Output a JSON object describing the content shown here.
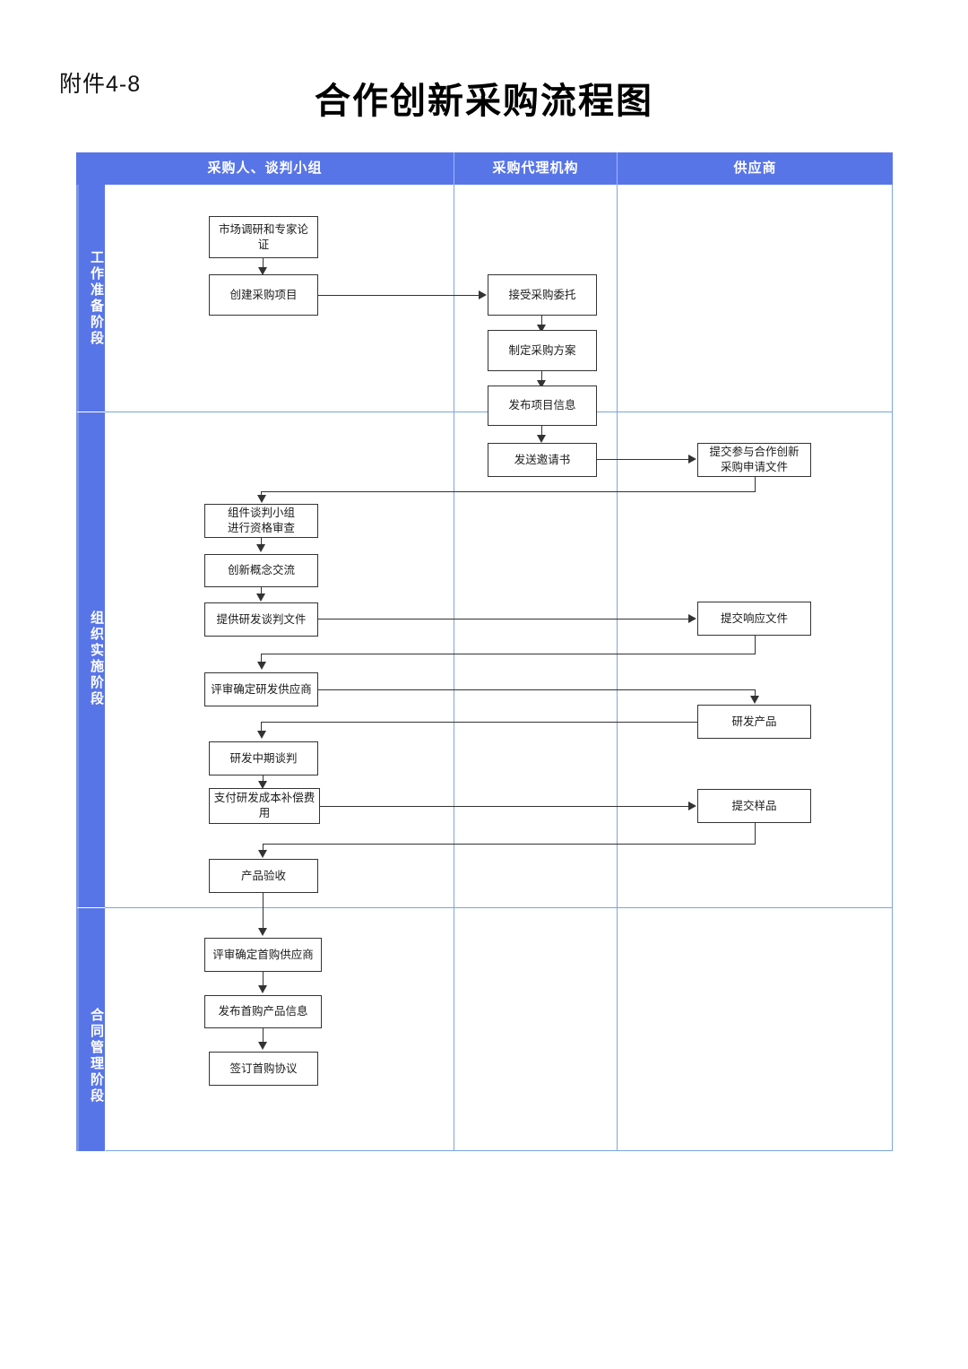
{
  "document": {
    "attachment_label": "附件4-8",
    "title": "合作创新采购流程图"
  },
  "lanes": {
    "headers": [
      {
        "label": "采购人、谈判小组"
      },
      {
        "label": "采购代理机构"
      },
      {
        "label": "供应商"
      }
    ]
  },
  "phases": [
    {
      "label": "工作准备阶段"
    },
    {
      "label": "组织实施阶段"
    },
    {
      "label": "合同管理阶段"
    }
  ],
  "nodes": [
    {
      "id": "n1",
      "label": "市场调研和专家论证",
      "lane": "采购人、谈判小组",
      "phase": "工作准备阶段"
    },
    {
      "id": "n2",
      "label": "创建采购项目",
      "lane": "采购人、谈判小组",
      "phase": "工作准备阶段"
    },
    {
      "id": "n3",
      "label": "接受采购委托",
      "lane": "采购代理机构",
      "phase": "工作准备阶段"
    },
    {
      "id": "n4",
      "label": "制定采购方案",
      "lane": "采购代理机构",
      "phase": "工作准备阶段"
    },
    {
      "id": "n5",
      "label": "发布项目信息",
      "lane": "采购代理机构",
      "phase": "工作准备阶段"
    },
    {
      "id": "n6",
      "label": "发送邀请书",
      "lane": "采购代理机构",
      "phase": "组织实施阶段"
    },
    {
      "id": "n7",
      "label": "提交参与合作创新\n采购申请文件",
      "lane": "供应商",
      "phase": "组织实施阶段"
    },
    {
      "id": "n8",
      "label": "组件谈判小组\n进行资格审查",
      "lane": "采购人、谈判小组",
      "phase": "组织实施阶段"
    },
    {
      "id": "n9",
      "label": "创新概念交流",
      "lane": "采购人、谈判小组",
      "phase": "组织实施阶段"
    },
    {
      "id": "n10",
      "label": "提供研发谈判文件",
      "lane": "采购人、谈判小组",
      "phase": "组织实施阶段"
    },
    {
      "id": "n11",
      "label": "提交响应文件",
      "lane": "供应商",
      "phase": "组织实施阶段"
    },
    {
      "id": "n12",
      "label": "评审确定研发供应商",
      "lane": "采购人、谈判小组",
      "phase": "组织实施阶段"
    },
    {
      "id": "n13",
      "label": "研发产品",
      "lane": "供应商",
      "phase": "组织实施阶段"
    },
    {
      "id": "n14",
      "label": "研发中期谈判",
      "lane": "采购人、谈判小组",
      "phase": "组织实施阶段"
    },
    {
      "id": "n15",
      "label": "支付研发成本补偿费\n用",
      "lane": "采购人、谈判小组",
      "phase": "组织实施阶段"
    },
    {
      "id": "n16",
      "label": "提交样品",
      "lane": "供应商",
      "phase": "组织实施阶段"
    },
    {
      "id": "n17",
      "label": "产品验收",
      "lane": "采购人、谈判小组",
      "phase": "组织实施阶段"
    },
    {
      "id": "n18",
      "label": "评审确定首购供应商",
      "lane": "采购人、谈判小组",
      "phase": "合同管理阶段"
    },
    {
      "id": "n19",
      "label": "发布首购产品信息",
      "lane": "采购人、谈判小组",
      "phase": "合同管理阶段"
    },
    {
      "id": "n20",
      "label": "签订首购协议",
      "lane": "采购人、谈判小组",
      "phase": "合同管理阶段"
    }
  ],
  "colors": {
    "lane_header_blue": "#5875e8",
    "grid_blue": "#7aa6dd",
    "node_border": "#333333",
    "connector": "#333333",
    "page_background": "#ffffff"
  }
}
